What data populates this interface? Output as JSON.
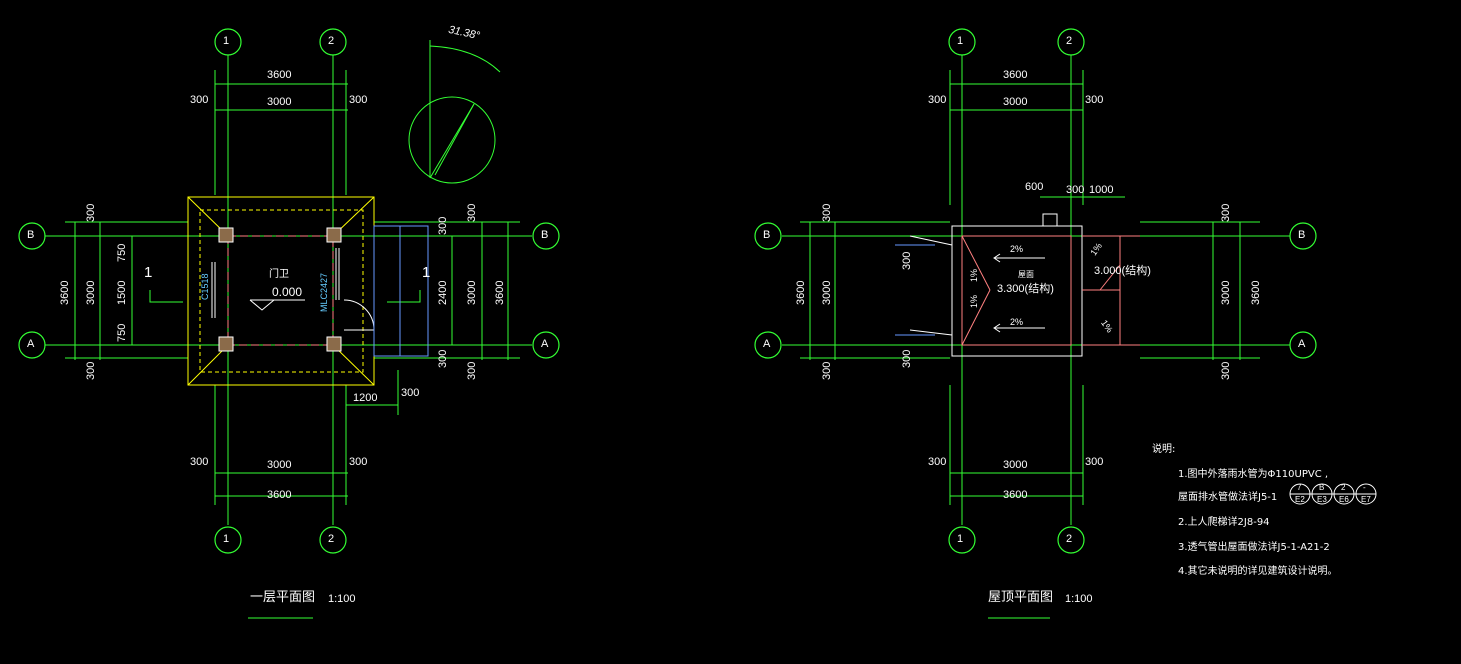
{
  "colors": {
    "background": "#000000",
    "grid": "#33ff33",
    "wall": "#ffff00",
    "structure": "#ff8080",
    "text": "#ffffff",
    "detail": "#66ccff"
  },
  "plan1": {
    "title": "一层平面图",
    "scale": "1:100",
    "axes": {
      "col1": "1",
      "col2": "2",
      "rowA": "A",
      "rowB": "B"
    },
    "dims": {
      "top_total": "3600",
      "top_inner": "3000",
      "side_left": "300",
      "side_right": "300",
      "left_outer": "3600",
      "left_inner": "3000",
      "left_top": "300",
      "left_bottom": "300",
      "seg_top": "750",
      "seg_mid": "1500",
      "seg_bottom": "750",
      "right_outer": "3600",
      "right_inner": "3000",
      "right_top": "300",
      "right_bottom": "300",
      "right_mid": "2400",
      "right_mid_top": "300",
      "right_mid_bottom": "300",
      "bottom_inner": "3000",
      "bottom_total": "3600",
      "bottom_left": "300",
      "bottom_right": "300",
      "step_width": "1200",
      "step_offset": "300"
    },
    "room_label": "门卫",
    "level": "0.000",
    "window_code": "C1518",
    "door_code": "MLC2427",
    "section_left": "1",
    "section_right": "1",
    "angle": "31.38°"
  },
  "plan2": {
    "title": "屋顶平面图",
    "scale": "1:100",
    "axes": {
      "col1": "1",
      "col2": "2",
      "rowA": "A",
      "rowB": "B"
    },
    "dims": {
      "top_total": "3600",
      "top_inner": "3000",
      "side_left": "300",
      "side_right": "300",
      "left_outer": "3600",
      "left_inner": "3000",
      "left_top": "300",
      "left_bottom": "300",
      "left_mid_top": "300",
      "left_mid_bottom": "300",
      "right_outer": "3600",
      "right_inner": "3000",
      "right_top": "300",
      "right_bottom": "300",
      "bottom_inner": "3000",
      "bottom_total": "3600",
      "bottom_left": "300",
      "bottom_right": "300",
      "top_a": "600",
      "top_b": "300",
      "top_c": "1000"
    },
    "slope_top": "2%",
    "slope_bottom": "2%",
    "slope_left1": "1%",
    "slope_left2": "1%",
    "slope_right1": "1%",
    "slope_right2": "1%",
    "level_main": "3.300(结构)",
    "level_side": "3.000(结构)",
    "roof_word": "屋面"
  },
  "notes": {
    "heading": "说明:",
    "line1": "1.图中外落雨水管为Φ110UPVC    ,",
    "line2": "屋面排水管做法详J5-1",
    "line3": "2.上人爬梯详2J8-94",
    "line4": "3.透气管出屋面做法详J5-1-A21-2",
    "line5": "4.其它未说明的详见建筑设计说明。",
    "symbols": [
      {
        "top": "7",
        "bottom": "E2"
      },
      {
        "top": "B",
        "bottom": "E3"
      },
      {
        "top": "2",
        "bottom": "E6"
      },
      {
        "top": "-",
        "bottom": "E7"
      }
    ]
  }
}
